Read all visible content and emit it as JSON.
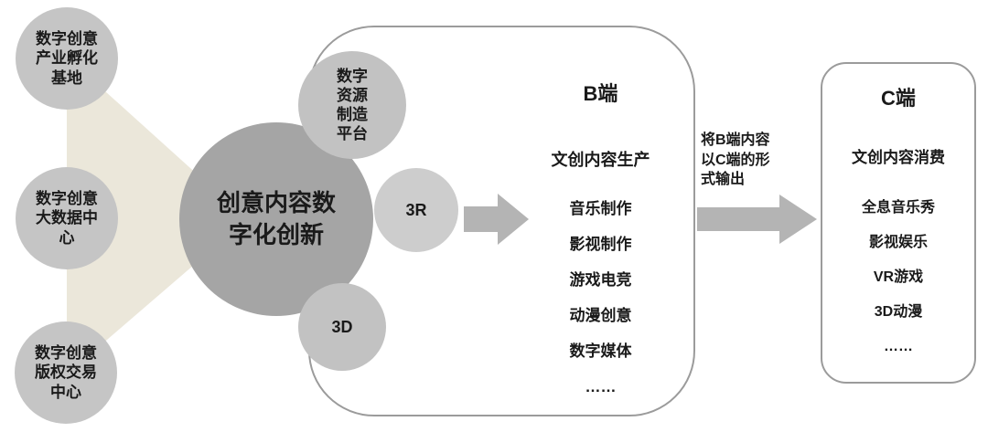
{
  "diagram": {
    "left_nodes": [
      {
        "label": "数字创意\n产业孵化\n基地"
      },
      {
        "label": "数字创意\n大数据中\n心"
      },
      {
        "label": "数字创意\n版权交易\n中心"
      }
    ],
    "core_node": {
      "label": "创意内容数\n字化创新"
    },
    "satellite_nodes": [
      {
        "label": "数字\n资源\n制造\n平台"
      },
      {
        "label": "3R"
      },
      {
        "label": "3D"
      }
    ],
    "b_panel": {
      "title": "B端",
      "subtitle": "文创内容生产",
      "items": [
        "音乐制作",
        "影视制作",
        "游戏电竞",
        "动漫创意",
        "数字媒体",
        "……"
      ]
    },
    "bc_arrow": {
      "label": "将B端内容\n以C端的形\n式输出"
    },
    "c_panel": {
      "title": "C端",
      "subtitle": "文创内容消费",
      "items": [
        "全息音乐秀",
        "影视娱乐",
        "VR游戏",
        "3D动漫",
        "……"
      ]
    },
    "colors": {
      "background": "#ffffff",
      "left_node_fill": "#c5c5c5",
      "core_node_fill": "#a5a5a5",
      "satellite_fill": "#c2c2c2",
      "satellite_fill_light": "#cdcdcd",
      "funnel_fill": "#ebe7da",
      "arrow_fill": "#b4b4b4",
      "panel_border": "#9b9b9b",
      "text": "#1a1a1a"
    }
  }
}
